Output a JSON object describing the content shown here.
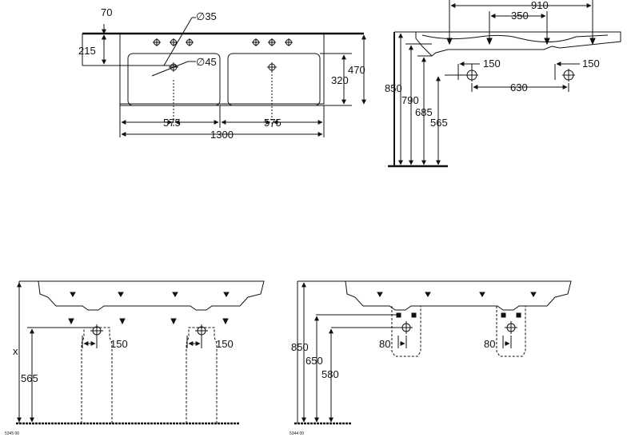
{
  "top_view": {
    "dim_offset": "70",
    "dim_d35": "∅35",
    "dim_d45": "∅45",
    "dim_215": "215",
    "dim_320": "320",
    "dim_470": "470",
    "dim_575_left": "575",
    "dim_575_right": "575",
    "dim_1300": "1300"
  },
  "side_view": {
    "dim_910": "910",
    "dim_350": "350",
    "dim_150_left": "150",
    "dim_150_right": "150",
    "dim_630": "630",
    "dim_850": "850",
    "dim_790": "790",
    "dim_685": "685",
    "dim_565": "565"
  },
  "front_pedestal": {
    "dim_150_left": "150",
    "dim_150_right": "150",
    "dim_x": "x",
    "dim_565": "565",
    "code": "5345 00"
  },
  "front_semi_pedestal": {
    "dim_80_left": "80",
    "dim_80_right": "80",
    "dim_850": "850",
    "dim_650": "650",
    "dim_580": "580",
    "code": "5344 00"
  }
}
